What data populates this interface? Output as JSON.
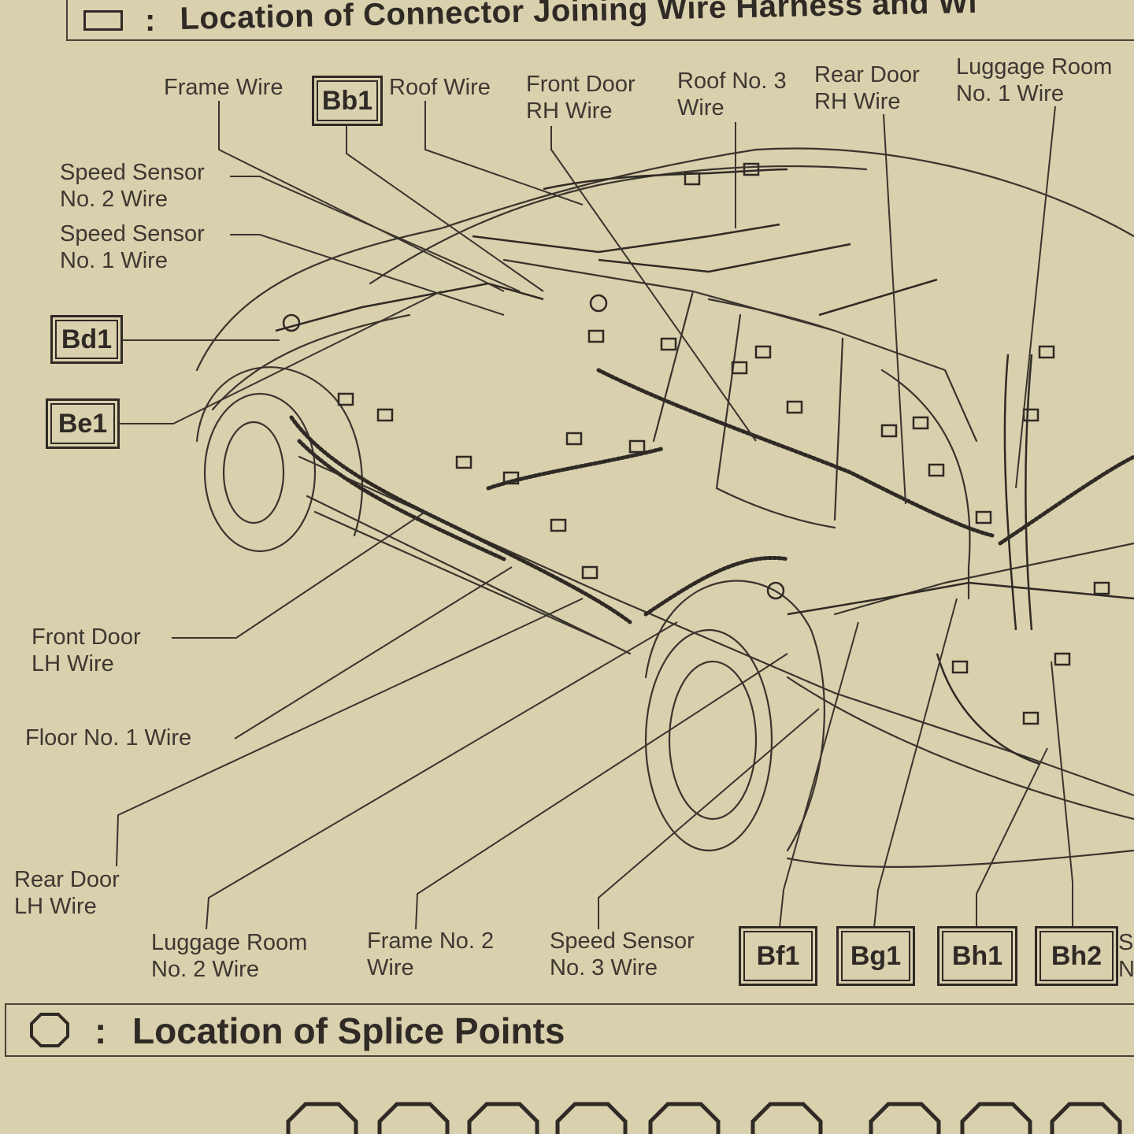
{
  "header": {
    "title": "Location of Connector Joining Wire Harness and Wi",
    "colon": ":",
    "symbol": "rectangle-icon"
  },
  "labels": {
    "frame_wire": "Frame Wire",
    "roof_wire": "Roof Wire",
    "front_door_rh": [
      "Front Door",
      "RH Wire"
    ],
    "roof_no3": [
      "Roof No. 3",
      "Wire"
    ],
    "rear_door_rh": [
      "Rear Door",
      "RH Wire"
    ],
    "luggage_no1": [
      "Luggage Room",
      "No. 1 Wire"
    ],
    "speed_sensor_no2": [
      "Speed Sensor",
      "No. 2 Wire"
    ],
    "speed_sensor_no1": [
      "Speed Sensor",
      "No. 1 Wire"
    ],
    "front_door_lh": [
      "Front Door",
      "LH Wire"
    ],
    "floor_no1": "Floor No. 1 Wire",
    "rear_door_lh": [
      "Rear Door",
      "LH Wire"
    ],
    "luggage_no2": [
      "Luggage Room",
      "No. 2 Wire"
    ],
    "frame_no2": [
      "Frame No. 2",
      "Wire"
    ],
    "speed_sensor_no3": [
      "Speed Sensor",
      "No. 3 Wire"
    ],
    "cut_right": [
      "S",
      "N"
    ]
  },
  "tags": {
    "bb1": "Bb1",
    "bd1": "Bd1",
    "be1": "Be1",
    "bf1": "Bf1",
    "bg1": "Bg1",
    "bh1": "Bh1",
    "bh2": "Bh2"
  },
  "splice": {
    "title": "Location of Splice Points",
    "colon": ":",
    "symbol": "octagon-icon"
  },
  "colors": {
    "paper": "#d9d0ad",
    "ink": "#2f2a25"
  }
}
